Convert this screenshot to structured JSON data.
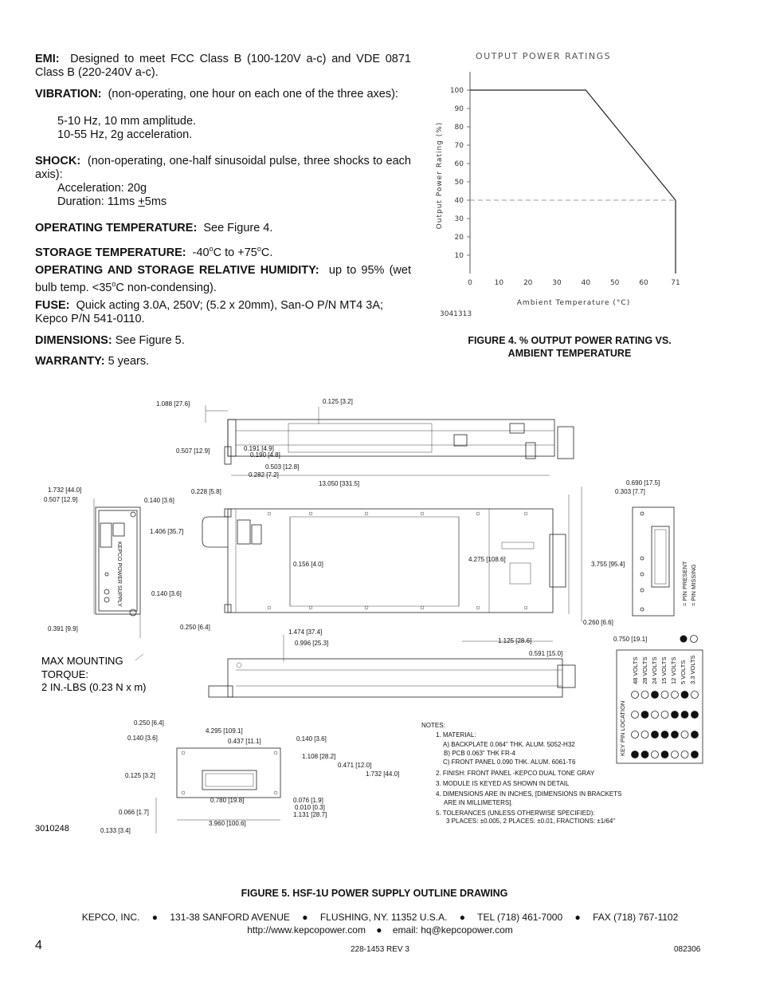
{
  "specs": {
    "emi_label": "EMI:",
    "emi_text": "Designed to meet FCC Class B (100-120V a-c) and VDE 0871 Class B (220-240V a-c).",
    "vib_label": "VIBRATION:",
    "vib_text": "(non-operating, one hour on each one of the three axes):",
    "vib_line1": "5-10 Hz, 10 mm amplitude.",
    "vib_line2": "10-55 Hz, 2g acceleration.",
    "shock_label": "SHOCK:",
    "shock_text": "(non-operating, one-half sinusoidal pulse, three shocks to each axis):",
    "shock_line1": "Acceleration: 20g",
    "shock_line2_a": "Duration: 11ms ",
    "shock_line2_pm": "+",
    "shock_line2_b": "5ms",
    "optemp_label": "OPERATING TEMPERATURE:",
    "optemp_text": "See Figure 4.",
    "stor_label": "STORAGE TEMPERATURE:",
    "stor_a": "-40",
    "stor_sup1": "o",
    "stor_b": "C to +75",
    "stor_sup2": "o",
    "stor_c": "C.",
    "hum_label": "OPERATING AND STORAGE RELATIVE HUMIDITY:",
    "hum_a": "up to 95% (wet bulb temp. <35",
    "hum_sup": "o",
    "hum_b": "C non-condensing).",
    "fuse_label": "FUSE:",
    "fuse_text": "Quick acting 3.0A, 250V; (5.2 x 20mm), San-O P/N MT4 3A; Kepco P/N 541-0110.",
    "dim_label": "DIMENSIONS:",
    "dim_text": "See Figure 5.",
    "war_label": "WARRANTY:",
    "war_text": "5 years."
  },
  "chart_data": {
    "type": "line",
    "title": "OUTPUT POWER RATINGS",
    "xlabel": "Ambient Temperature (°C)",
    "ylabel": "Output Power Rating (%)",
    "x_ticks": [
      0,
      10,
      20,
      30,
      40,
      50,
      60,
      71
    ],
    "y_ticks": [
      10,
      20,
      30,
      40,
      50,
      60,
      70,
      80,
      90,
      100
    ],
    "xlim": [
      0,
      71
    ],
    "ylim": [
      0,
      110
    ],
    "x": [
      0,
      40,
      71
    ],
    "values": [
      100,
      100,
      40
    ],
    "reference_lines": [
      40
    ],
    "code": "3041313"
  },
  "figure4": {
    "caption_line1": "FIGURE 4.  % OUTPUT POWER RATING VS.",
    "caption_line2": "AMBIENT TEMPERATURE"
  },
  "figure5": {
    "caption": "FIGURE 5.  HSF-1U POWER SUPPLY OUTLINE DRAWING",
    "drawing_no": "3010248",
    "torque_line1": "MAX MOUNTING",
    "torque_line2": "TORQUE:",
    "torque_line3": "2 IN.-LBS (0.23 N x m)",
    "front_panel_label": "KEPCO POWER SUPPLY",
    "dims": {
      "d1": "1.088 [27.6]",
      "d2": "0.125 [3.2]",
      "d3": "0.507 [12.9]",
      "d4": "0.191 [4.9]",
      "d5": "0.190 [4.8]",
      "d6": "0.503 [12.8]",
      "d7": "0.282 [7.2]",
      "d8": "13.050 [331.5]",
      "d9": "0.690 [17.5]",
      "d10": "0.303 [7.7]",
      "d11": "1.732 [44.0]",
      "d12": "0.507 [12.9]",
      "d13": "0.140 [3.6]",
      "d14": "0.228 [5.8]",
      "d15": "1.406 [35.7]",
      "d16": "0.156 [4.0]",
      "d17": "4.275 [108.6]",
      "d18": "3.755 [95.4]",
      "d19": "0.140 [3.6]",
      "d20": "0.260 [6.6]",
      "d21": "0.391 [9.9]",
      "d22": "0.250 [6.4]",
      "d23": "1.474 [37.4]",
      "d24": "0.996 [25.3]",
      "d25": "1.125 [28.6]",
      "d26": "0.750 [19.1]",
      "d27": "0.591 [15.0]",
      "d28": "0.250 [6.4]",
      "d29": "4.295 [109.1]",
      "d30": "0.140 [3.6]",
      "d31": "0.437 [11.1]",
      "d32": "0.140 [3.6]",
      "d33": "1.108 [28.2]",
      "d34": "0.471 [12.0]",
      "d35": "1.732 [44.0]",
      "d36": "0.125 [3.2]",
      "d37": "0.780 [19.8]",
      "d38": "0.076 [1.9]",
      "d39": "0.010 [0.3]",
      "d40": "1.131 [28.7]",
      "d41": "0.066 [1.7]",
      "d42": "3.960 [100.6]",
      "d43": "0.133 [3.4]"
    },
    "notes": [
      "NOTES:",
      "1. MATERIAL:",
      "A) BACKPLATE 0.064\" THK. ALUM. 5052-H32",
      "B) PCB 0.063\" THK FR-4",
      "C) FRONT PANEL 0.090 THK. ALUM. 6061-T6",
      "2. FINISH:    FRONT PANEL -KEPCO DUAL TONE GRAY",
      "3. MODULE IS KEYED AS SHOWN IN DETAIL",
      "4. DIMENSIONS ARE IN INCHES, [DIMENSIONS IN BRACKETS",
      "ARE IN MILLIMETERS].",
      "5. TOLERANCES (UNLESS OTHERWISE SPECIFIED):",
      "3 PLACES: ±0.005, 2 PLACES: ±0.01, FRACTIONS: ±1/64\""
    ],
    "key": {
      "pin_present": "= PIN PRESENT",
      "pin_missing": "= PIN MISSING",
      "location_label": "KEY PIN LOCATION",
      "voltages": [
        "48 VOLTS",
        "28 VOLTS",
        "24 VOLTS",
        "15 VOLTS",
        "12 VOLTS",
        "5 VOLTS",
        "3.3 VOLTS"
      ],
      "rows": [
        [
          0,
          0,
          1,
          0,
          0,
          1,
          0
        ],
        [
          0,
          1,
          0,
          0,
          1,
          1,
          1
        ],
        [
          0,
          0,
          1,
          1,
          1,
          0,
          1
        ],
        [
          1,
          1,
          0,
          1,
          0,
          0,
          1
        ]
      ]
    }
  },
  "footer": {
    "company": "KEPCO, INC.",
    "address": "131-38 SANFORD AVENUE",
    "city": "FLUSHING, NY. 11352 U.S.A.",
    "tel": "TEL (718) 461-7000",
    "fax": "FAX (718) 767-1102",
    "web": "http://www.kepcopower.com",
    "email": "email: hq@kepcopower.com",
    "page": "4",
    "doc": "228-1453 REV 3",
    "date": "082306"
  }
}
